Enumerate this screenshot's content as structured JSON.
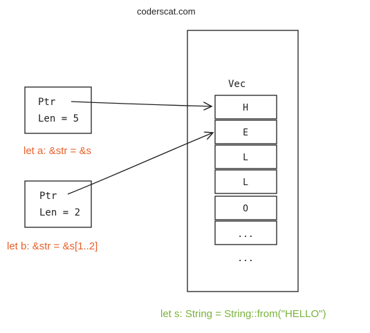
{
  "header": {
    "site": "coderscat.com"
  },
  "slice_a": {
    "ptr_label": "Ptr",
    "len_label": "Len = 5",
    "code": "let a: &str = &s"
  },
  "slice_b": {
    "ptr_label": "Ptr",
    "len_label": "Len = 2",
    "code": "let b: &str = &s[1..2]"
  },
  "string_s": {
    "vec_label": "Vec",
    "cells": [
      "H",
      "E",
      "L",
      "L",
      "O",
      "..."
    ],
    "trailing_ellipsis": "...",
    "code": "let s: String = String::from(\"HELLO\")"
  },
  "colors": {
    "slice_label": "#e8602a",
    "string_label": "#7ab23a",
    "stroke": "#1e1e1e"
  }
}
